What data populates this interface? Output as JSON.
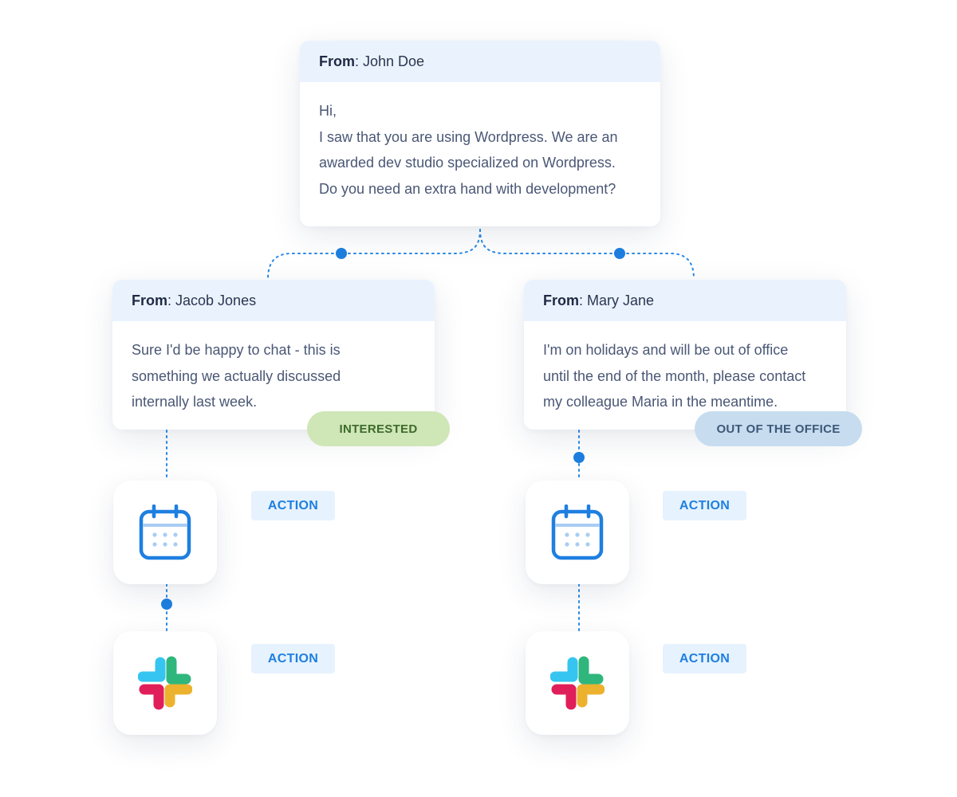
{
  "root_message": {
    "from_label": "From",
    "sender": "John Doe",
    "lines": [
      "Hi,",
      "I saw that you are using Wordpress. We are an",
      "awarded dev studio specialized on Wordpress.",
      "Do you need an extra hand with development?"
    ]
  },
  "replies": [
    {
      "from_label": "From",
      "sender": "Jacob Jones",
      "lines": [
        "Sure I'd be happy to chat - this is",
        "something we actually discussed",
        "internally last week."
      ],
      "badge": "INTERESTED",
      "badge_color": "#cfe6b7",
      "actions": [
        {
          "icon": "calendar-icon",
          "label": "ACTION"
        },
        {
          "icon": "slack-icon",
          "label": "ACTION"
        }
      ]
    },
    {
      "from_label": "From",
      "sender": "Mary Jane",
      "lines": [
        "I'm on holidays and will be out of office",
        "until the end of the month, please contact",
        "my colleague Maria in the meantime."
      ],
      "badge": "OUT OF THE OFFICE",
      "badge_color": "#c7dcef",
      "actions": [
        {
          "icon": "calendar-icon",
          "label": "ACTION"
        },
        {
          "icon": "slack-icon",
          "label": "ACTION"
        }
      ]
    }
  ],
  "colors": {
    "accent": "#1e7fe0",
    "connector": "#2a8ae6",
    "header_bg": "#eaf3fd",
    "action_bg": "#e6f2fd"
  }
}
